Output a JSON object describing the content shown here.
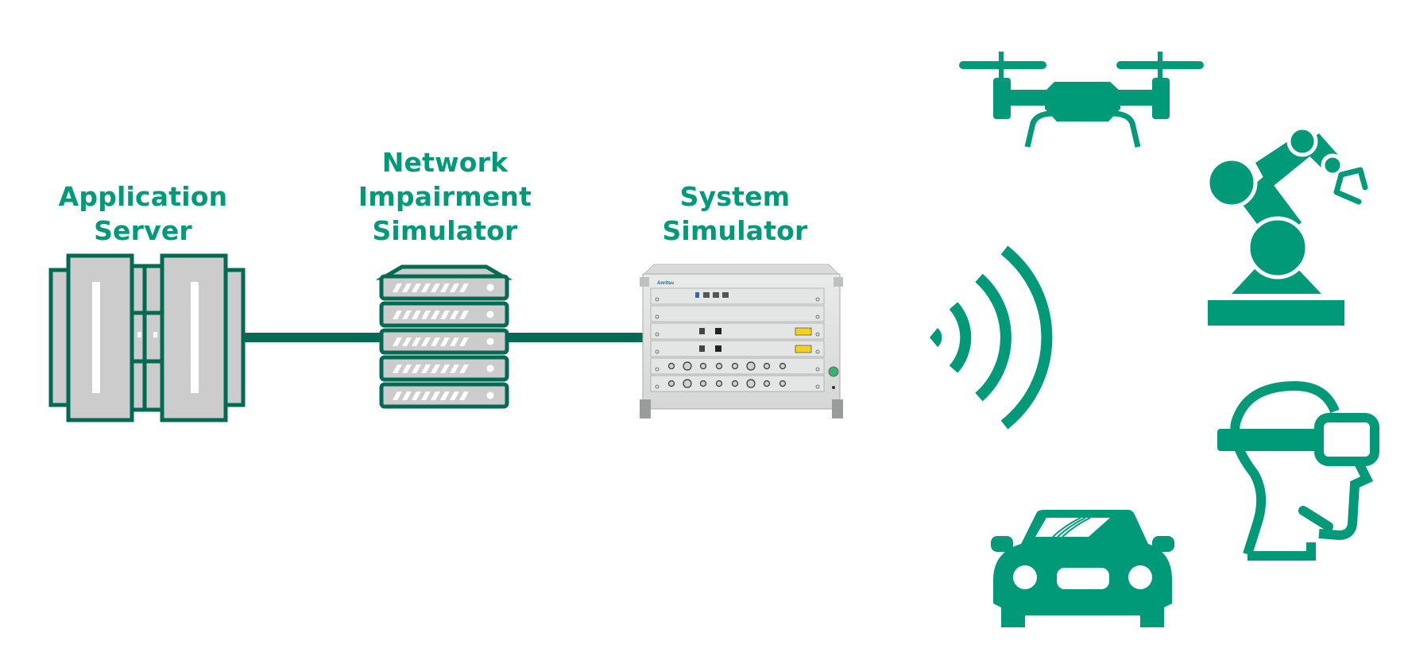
{
  "diagram": {
    "nodes": [
      {
        "id": "application-server",
        "label_lines": [
          "Application",
          "Server"
        ],
        "icon": "server-rack-icon"
      },
      {
        "id": "network-impairment-simulator",
        "label_lines": [
          "Network",
          "Impairment",
          "Simulator"
        ],
        "icon": "server-stack-icon"
      },
      {
        "id": "system-simulator",
        "label_lines": [
          "System",
          "Simulator"
        ],
        "icon": "test-instrument-icon"
      }
    ],
    "connections": [
      {
        "from": "application-server",
        "to": "network-impairment-simulator"
      },
      {
        "from": "network-impairment-simulator",
        "to": "system-simulator"
      }
    ],
    "wireless": {
      "icon": "wireless-signal-icon"
    },
    "devices": [
      {
        "id": "drone",
        "icon": "drone-icon"
      },
      {
        "id": "industrial-robot",
        "icon": "robot-arm-icon"
      },
      {
        "id": "vr-headset-user",
        "icon": "vr-headset-icon"
      },
      {
        "id": "car",
        "icon": "car-icon"
      }
    ],
    "instrument_brand": "Anritsu",
    "colors": {
      "accent": "#009a78",
      "outline": "#006b52",
      "fill": "#cccccc"
    }
  }
}
